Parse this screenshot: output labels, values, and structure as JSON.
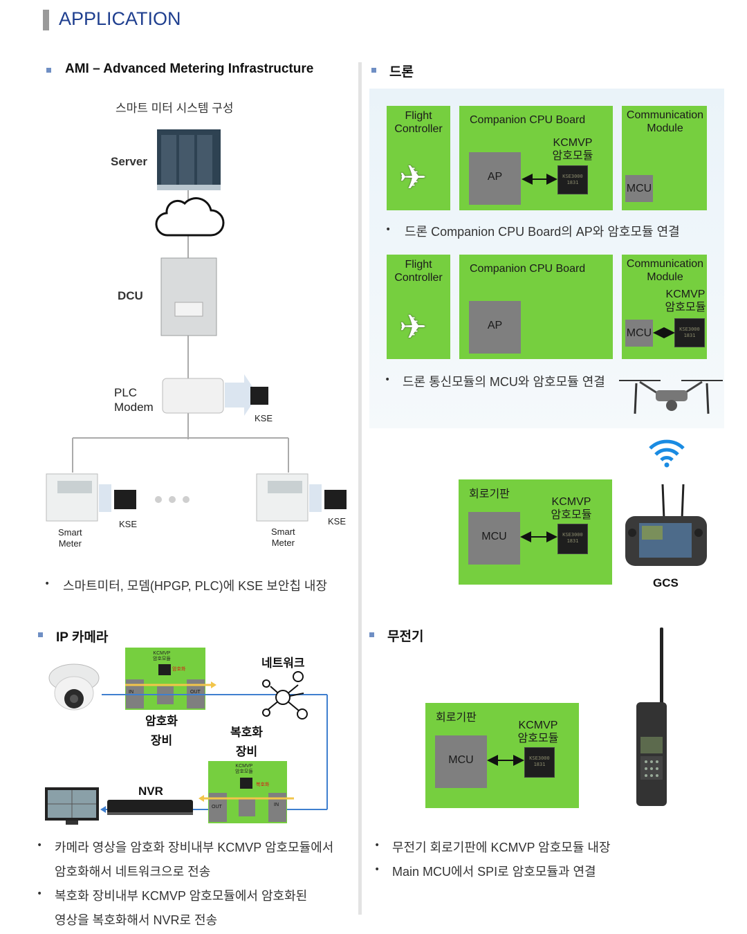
{
  "page": {
    "title": "APPLICATION"
  },
  "ami": {
    "heading": "AMI – Advanced Metering Infrastructure",
    "subtitle": "스마트 미터 시스템 구성",
    "server": "Server",
    "dcu": "DCU",
    "plc_modem": "PLC\nModem",
    "kse": "KSE",
    "smart_meter": "Smart\nMeter",
    "bullet": "스마트미터, 모뎀(HPGP, PLC)에 KSE 보안칩 내장"
  },
  "drone": {
    "heading": "드론",
    "flight_controller": "Flight\nController",
    "companion": "Companion CPU Board",
    "comm_module": "Communication\nModule",
    "kcmvp": "KCMVP\n암호모듈",
    "ap": "AP",
    "mcu": "MCU",
    "chip_text": "KSE3000\n1831",
    "bullet1": "드론 Companion CPU Board의 AP와 암호모듈 연결",
    "bullet2": "드론 통신모듈의 MCU와 암호모듈 연결",
    "circuit_board": "회로기판",
    "gcs": "GCS"
  },
  "ipcam": {
    "heading": "IP 카메라",
    "network": "네트워크",
    "encrypt_device": "암호화\n장비",
    "decrypt_device": "복호화\n장비",
    "nvr": "NVR",
    "small_kcmvp": "KCMVP\n암호모듈",
    "small_encrypt": "암호화",
    "small_decrypt": "복호화",
    "in_label": "IN",
    "out_label": "OUT",
    "bullets": [
      "카메라 영상을 암호화 장비내부 KCMVP 암호모듈에서",
      "암호화해서 네트워크으로 전송",
      "복호화 장비내부 KCMVP 암호모듈에서 암호화된",
      "영상을 복호화해서 NVR로 전송"
    ]
  },
  "radio": {
    "heading": "무전기",
    "circuit_board": "회로기판",
    "kcmvp": "KCMVP\n암호모듈",
    "mcu": "MCU",
    "bullets": [
      "무전기 회로기판에 KCMVP 암호모듈 내장",
      "Main MCU에서 SPI로 암호모듈과 연결"
    ]
  },
  "colors": {
    "accent_title": "#1f3f8f",
    "board_green": "#76cf3f",
    "block_gray": "#7f7f7f",
    "bullet_square": "#6f8fc4"
  }
}
